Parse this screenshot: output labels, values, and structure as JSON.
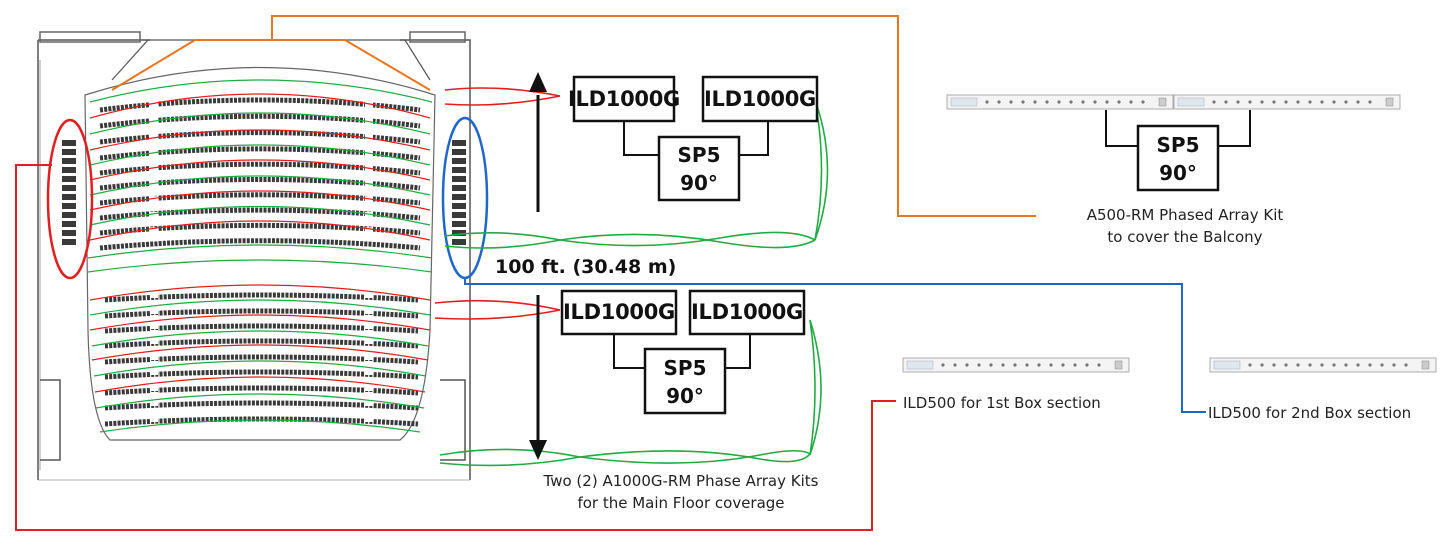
{
  "colors": {
    "balcony": "#e8761f",
    "box1": "#e02020",
    "box2": "#2068c8",
    "main": "#22aa44",
    "seat": "#3a3a3a",
    "wall": "#555555"
  },
  "diagram": {
    "top_system": {
      "unit_left": "ILD1000G",
      "unit_right": "ILD1000G",
      "splitter_name": "SP5",
      "splitter_angle": "90°"
    },
    "bottom_system": {
      "unit_left": "ILD1000G",
      "unit_right": "ILD1000G",
      "splitter_name": "SP5",
      "splitter_angle": "90°"
    },
    "dimension": "100 ft. (30.48 m)",
    "main_floor_caption": {
      "line1": "Two (2) A1000G-RM Phase Array Kits",
      "line2": "for the Main Floor coverage"
    },
    "balcony_kit": {
      "splitter_name": "SP5",
      "splitter_angle": "90°",
      "caption_line1": "A500-RM Phased Array Kit",
      "caption_line2": "to cover the Balcony"
    },
    "box1_caption": "ILD500 for 1st Box section",
    "box2_caption": "ILD500 for 2nd Box section"
  }
}
